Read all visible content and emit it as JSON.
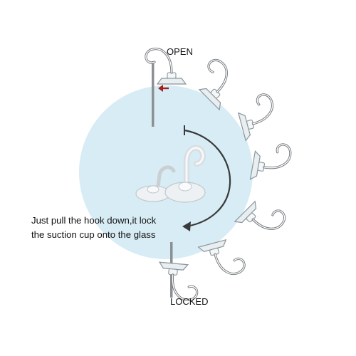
{
  "labels": {
    "open": "OPEN",
    "locked": "LOCKED"
  },
  "caption": {
    "line1": "Just pull the hook down,it lock",
    "line2": "the suction cup onto the glass"
  },
  "colors": {
    "circle": "#d7ecf4",
    "cup": "#e9eef1",
    "cup_edge": "#8a969d",
    "hook_stroke": "#6f7478",
    "glass": "#8c9094",
    "arrow": "#3a3a3a",
    "accent_arrow": "#a3211f"
  },
  "icons": {
    "direction_arrow": "curved-arrow-icon",
    "pull_arrow": "red-arrow-icon",
    "product": "suction-cup-hook-icon"
  }
}
